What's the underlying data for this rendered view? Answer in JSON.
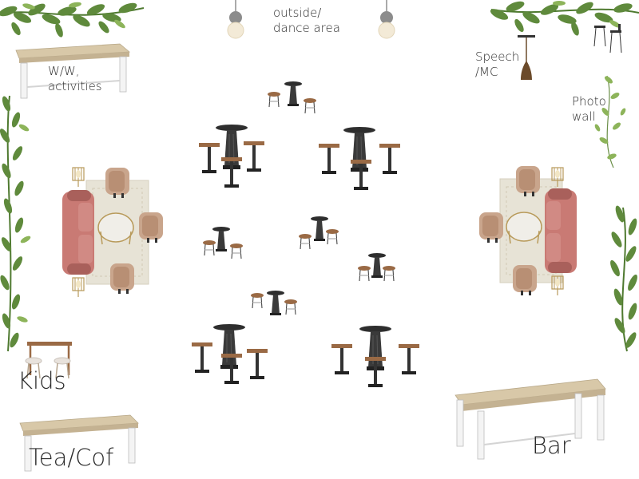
{
  "labels": {
    "outside_dance": "outside/\ndance area",
    "speech_mc": "Speech\n/MC",
    "photo_wall": "Photo\nwall",
    "ww_activities": "W/W,\nactivities",
    "kids": "Kids",
    "tea_coffee": "Tea/Cof",
    "bar": "Bar"
  },
  "colors": {
    "foliage": "#5f8a3c",
    "foliage_light": "#8db45a",
    "sofa": "#c97a74",
    "sofa_dark": "#a9605b",
    "armchair": "#c9a58c",
    "rug": "#e7e3d6",
    "table_black": "#2e2e2e",
    "wood": "#9a6a45",
    "bench_top": "#d8c8a8",
    "bench_frame": "#f4f4f4",
    "brass": "#b89a5a"
  },
  "icons": [
    "pendant-light-icon",
    "high-table-icon",
    "bar-stool-icon",
    "bench-icon",
    "sofa-icon",
    "armchair-icon",
    "coffee-table-icon",
    "floor-lamp-icon",
    "podium-icon",
    "plant-garland-icon",
    "kids-table-icon",
    "rug-icon"
  ]
}
